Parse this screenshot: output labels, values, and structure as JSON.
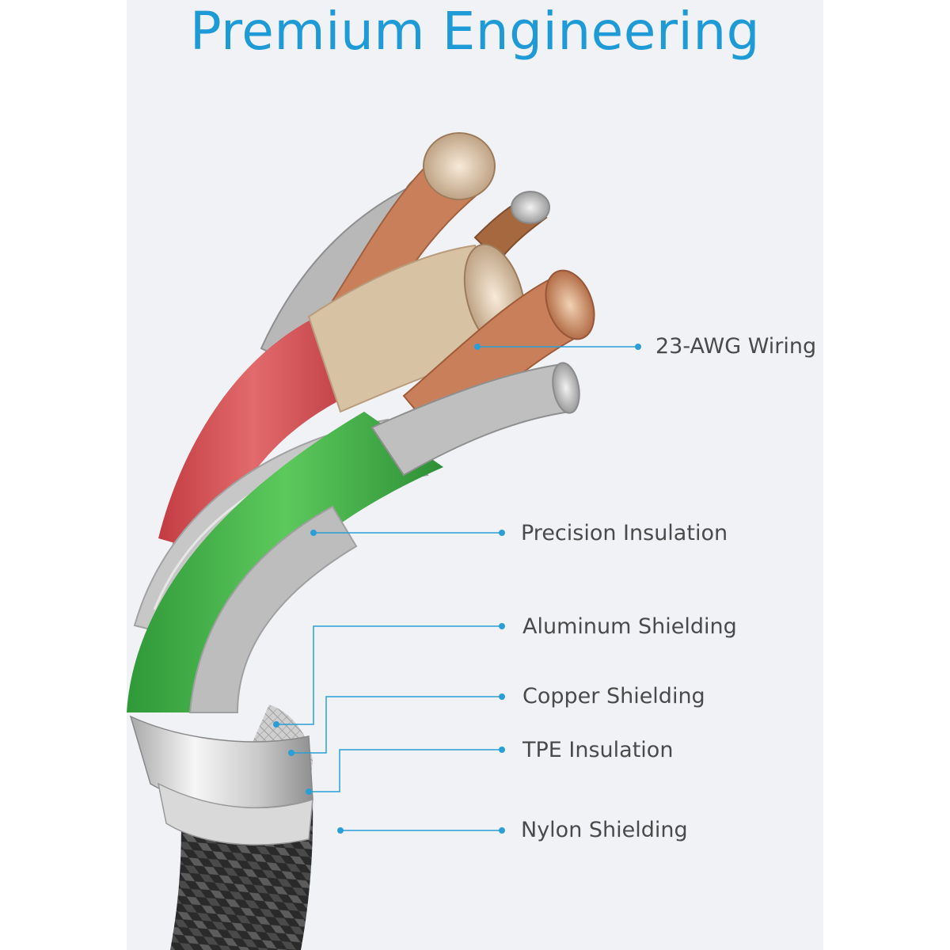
{
  "title": "Premium Engineering",
  "colors": {
    "title": "#1e9bd7",
    "leader_line": "#2a9fd6",
    "label_text": "#4a4a4a",
    "red_insulation": "#d94b4f",
    "green_insulation": "#3fad44",
    "copper": "#c9805a",
    "tinned_copper": "#d8c2a4",
    "aluminum": "#b5b5b5",
    "nylon_braid": "#2e2e2e"
  },
  "callouts": [
    {
      "id": "wiring",
      "label": "23-AWG Wiring"
    },
    {
      "id": "precision",
      "label": "Precision Insulation"
    },
    {
      "id": "aluminum",
      "label": "Aluminum Shielding"
    },
    {
      "id": "copper",
      "label": "Copper Shielding"
    },
    {
      "id": "tpe",
      "label": "TPE Insulation"
    },
    {
      "id": "nylon",
      "label": "Nylon Shielding"
    }
  ]
}
